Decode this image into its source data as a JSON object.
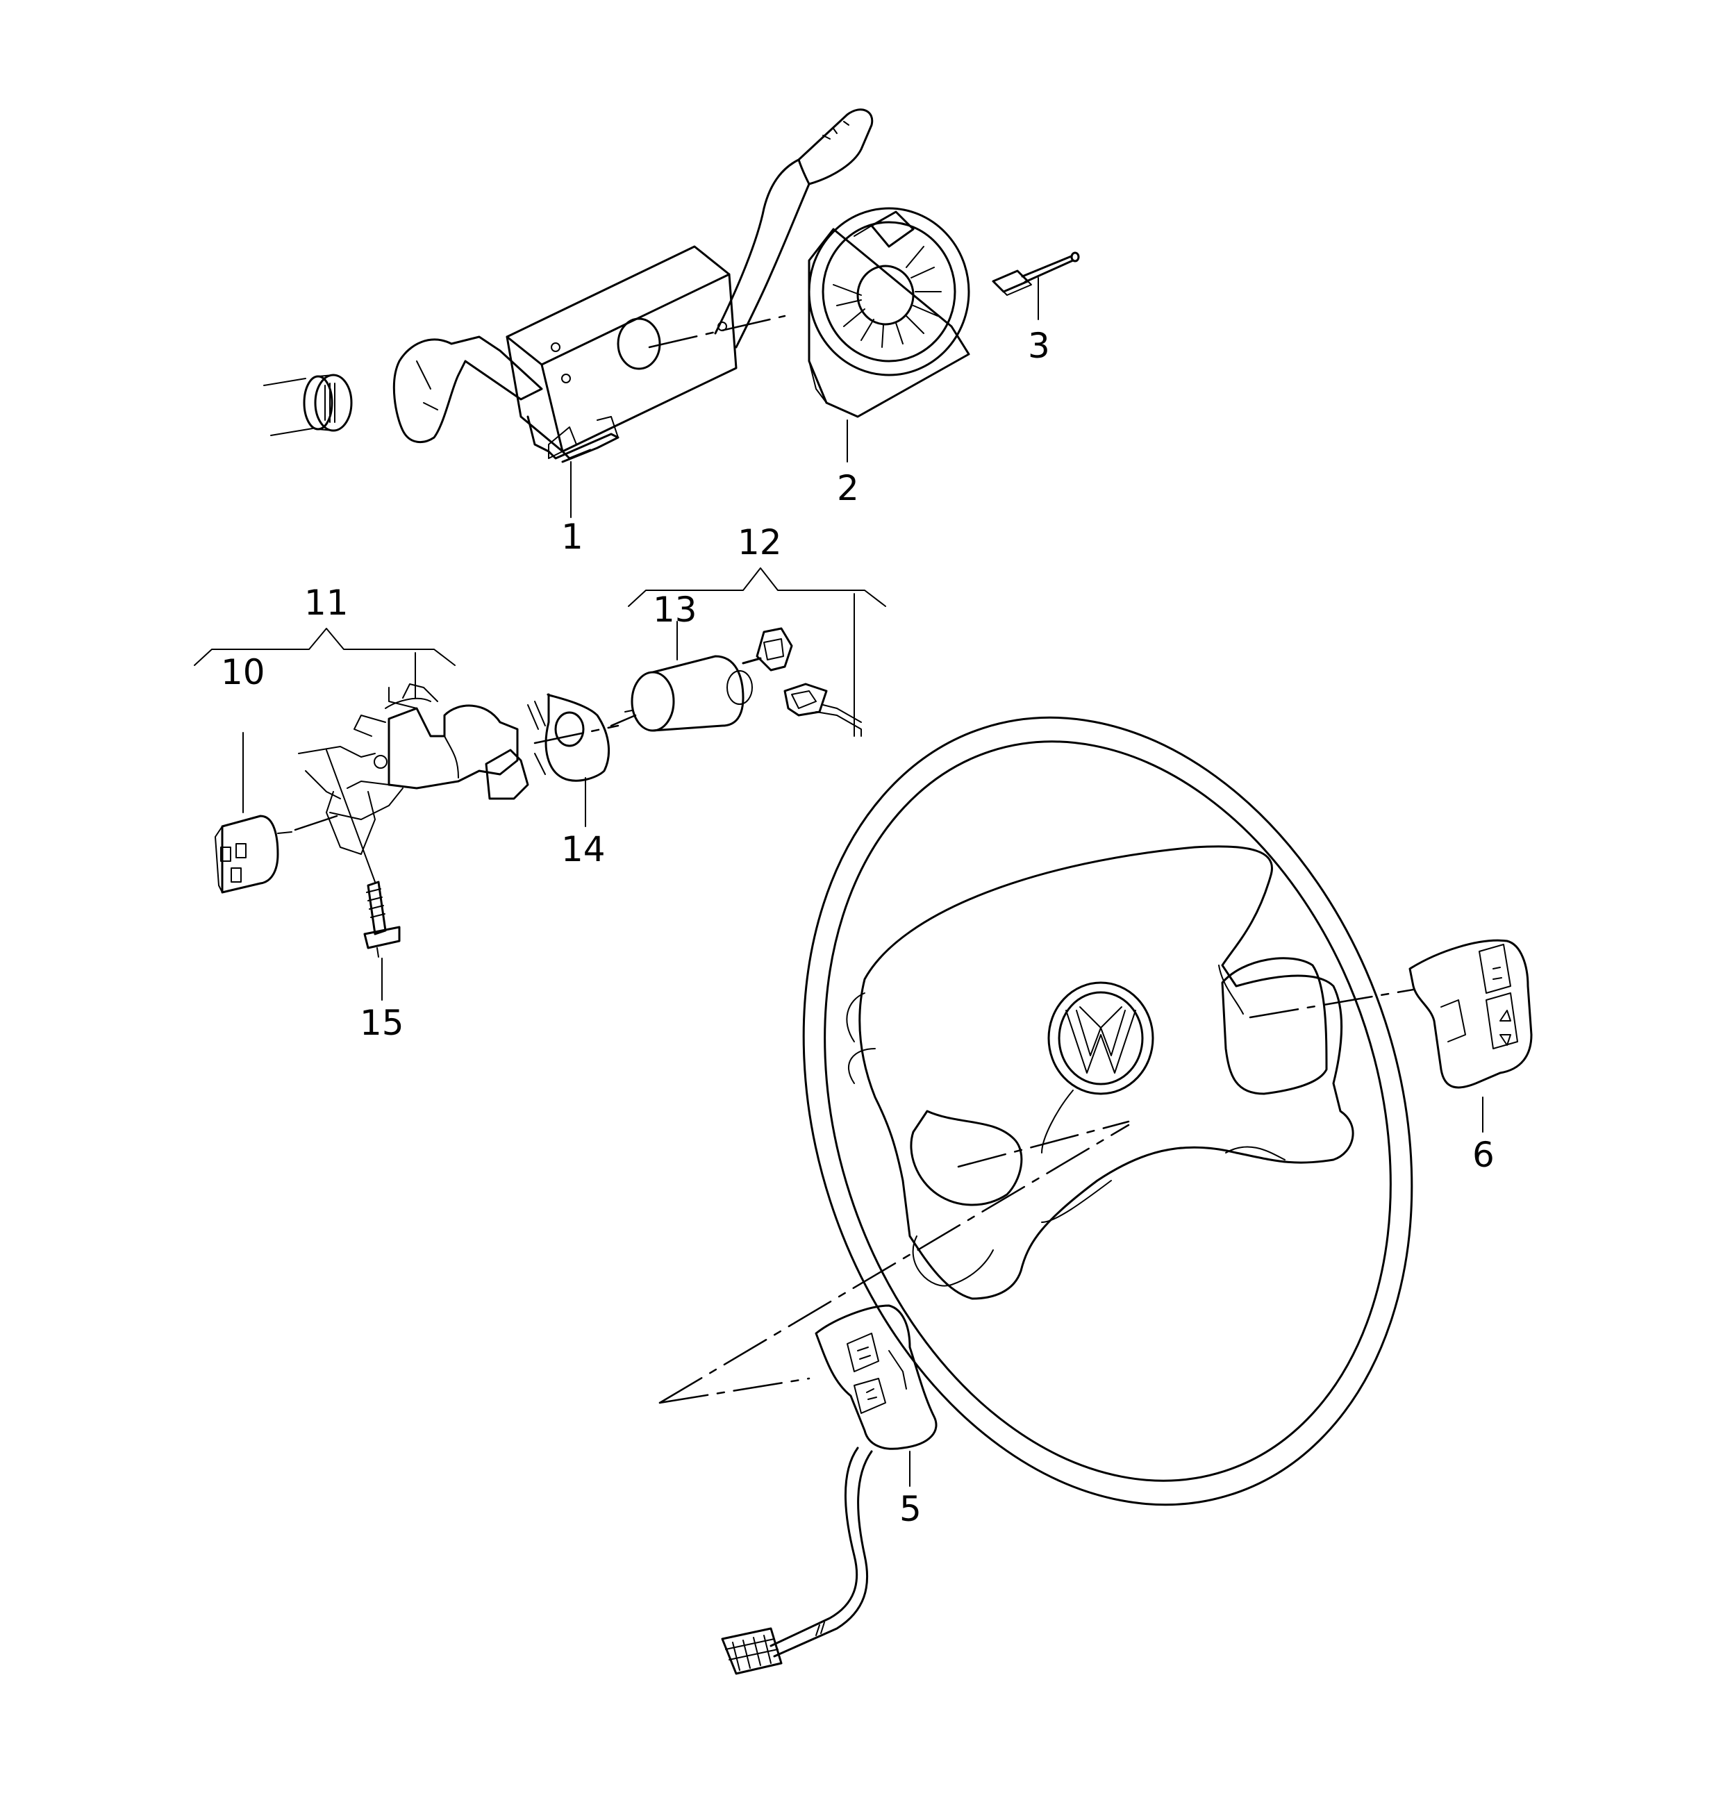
{
  "callouts": {
    "c1": "1",
    "c2": "2",
    "c3": "3",
    "c5": "5",
    "c6": "6",
    "c10": "10",
    "c11": "11",
    "c12": "12",
    "c13": "13",
    "c14": "14",
    "c15": "15"
  },
  "logo": {
    "brand": "VW"
  }
}
